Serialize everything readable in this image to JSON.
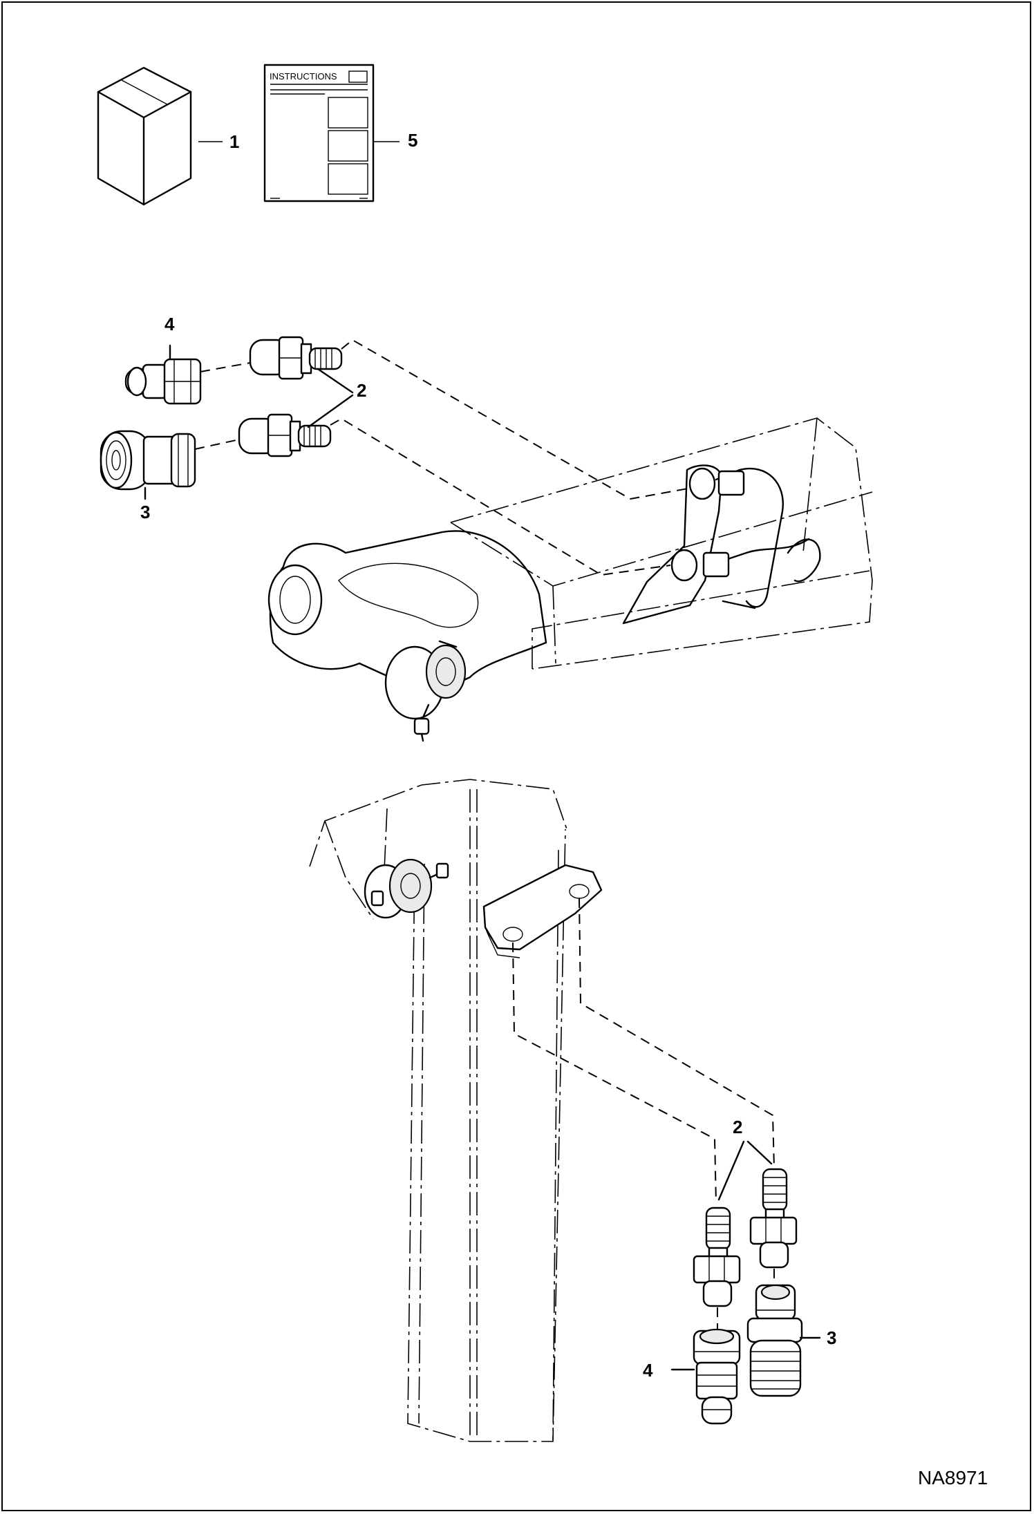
{
  "callouts": {
    "kit_box": "1",
    "instructions": "5",
    "arm_coupler_male": "4",
    "arm_adapters": "2",
    "arm_coupler_female": "3",
    "post_adapters": "2",
    "post_coupler_female": "3",
    "post_coupler_male": "4"
  },
  "instructions_sheet_title": "INSTRUCTIONS",
  "figure_ref": "NA8971"
}
